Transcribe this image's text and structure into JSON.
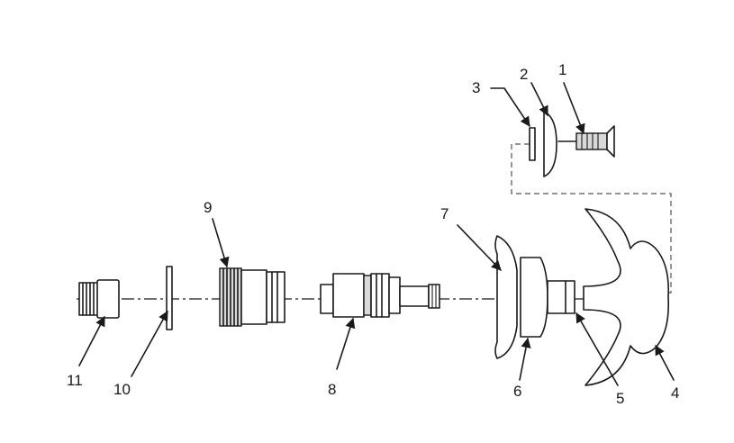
{
  "labels": {
    "p1": "1",
    "p2": "2",
    "p3": "3",
    "p4": "4",
    "p5": "5",
    "p6": "6",
    "p7": "7",
    "p8": "8",
    "p9": "9",
    "p10": "10",
    "p11": "11"
  },
  "colors": {
    "ink": "#1a1a1a",
    "background": "#ffffff"
  }
}
